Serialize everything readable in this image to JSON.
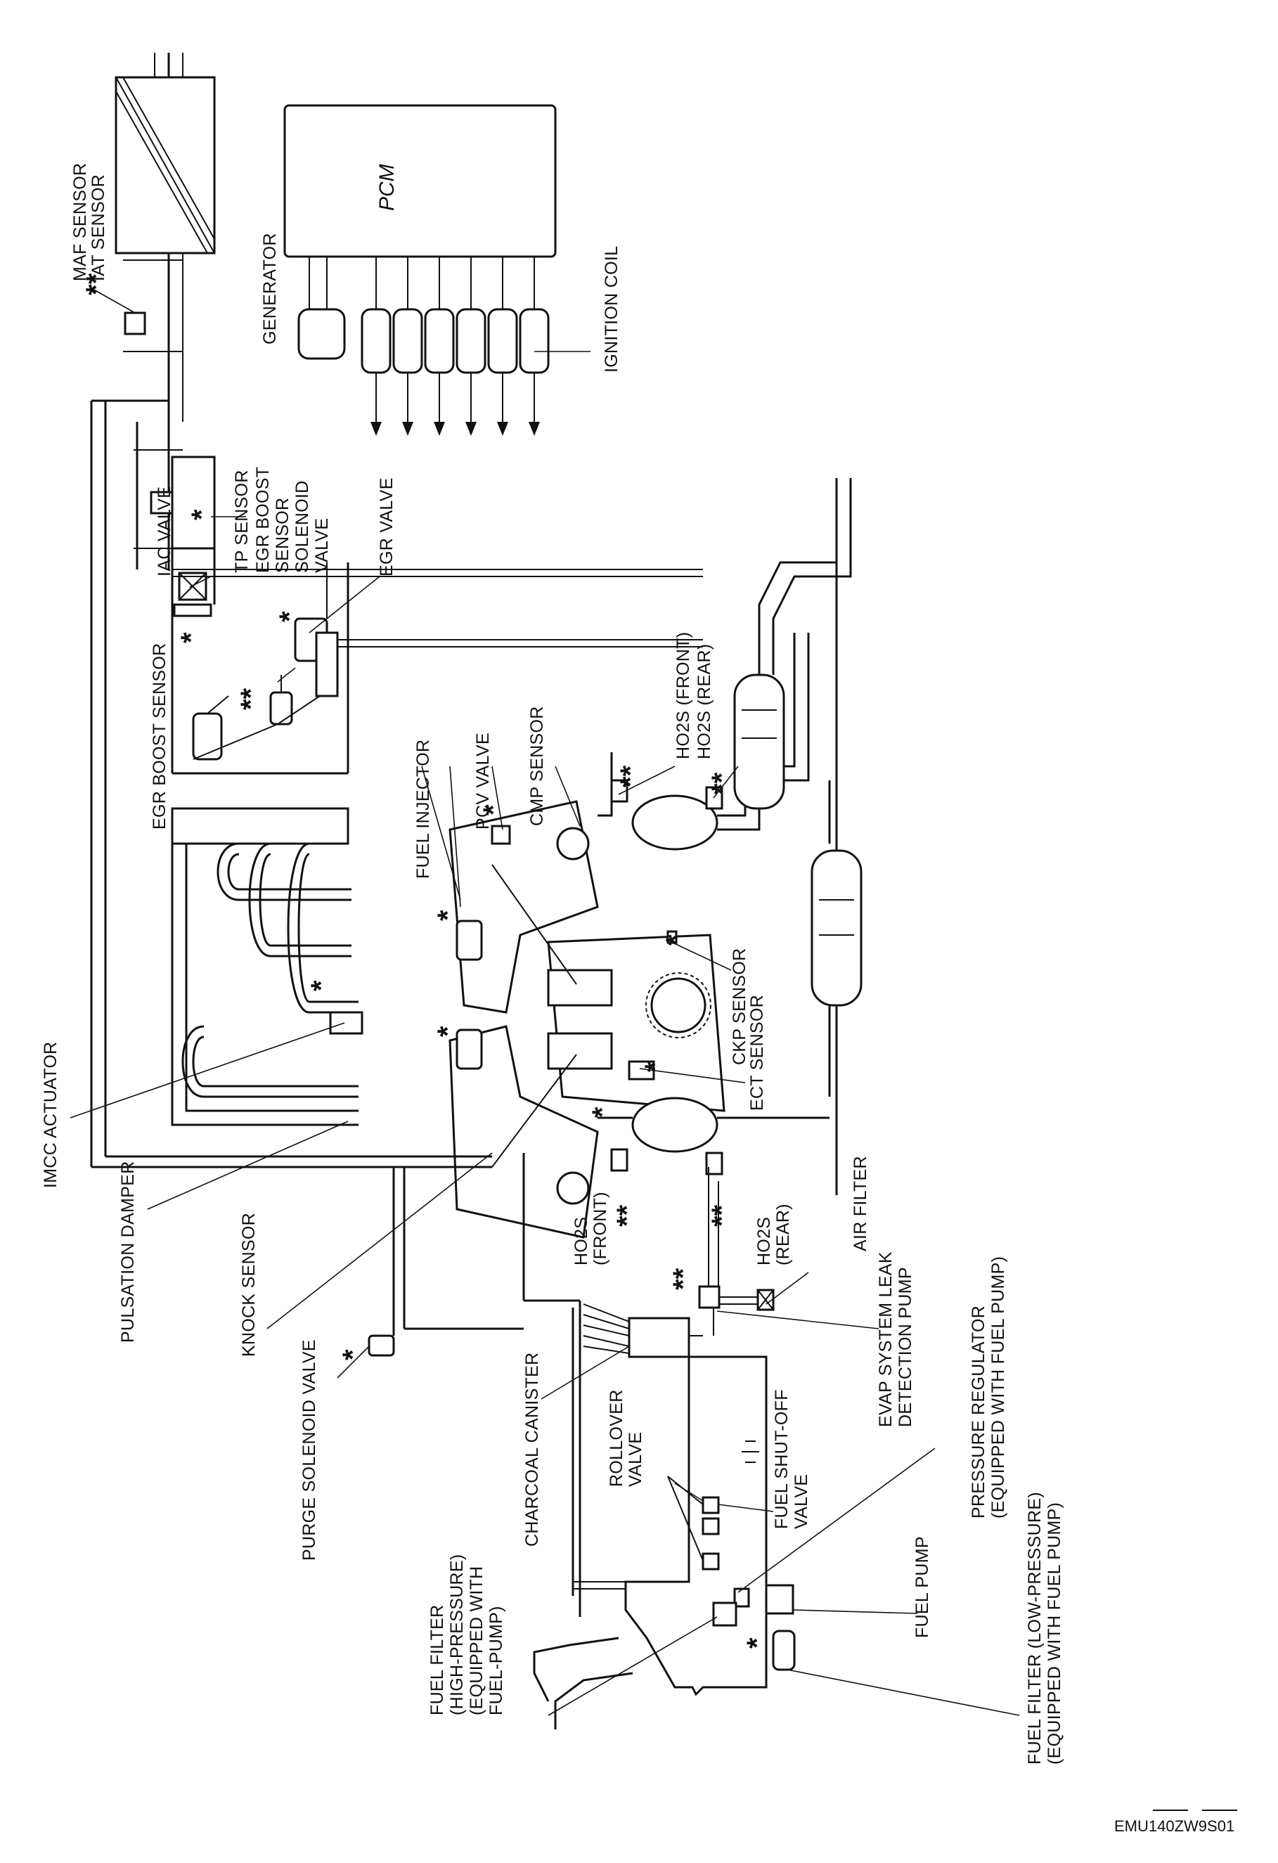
{
  "labels": {
    "maf_sensor": "MAF SENSOR",
    "iat_sensor": "IAT SENSOR",
    "pcm": "PCM",
    "generator": "GENERATOR",
    "ignition_coil": "IGNITION COIL",
    "tp_sensor": "TP SENSOR",
    "egr_boost_solenoid": [
      "EGR BOOST",
      "SENSOR",
      "SOLENOID",
      "VALVE"
    ],
    "egr_valve": "EGR VALVE",
    "iac_valve": "IAC VALVE",
    "egr_boost_sensor": "EGR BOOST SENSOR",
    "fuel_injector": "FUEL INJECTOR",
    "pcv_valve": "PCV VALVE",
    "cmp_sensor": "CMP SENSOR",
    "ho2s_front_right": "HO2S (FRONT)",
    "ho2s_rear_right": "HO2S (REAR)",
    "ckp_sensor": "CKP SENSOR",
    "ect_sensor": "ECT SENSOR",
    "imcc_actuator": "IMCC ACTUATOR",
    "pulsation_damper": "PULSATION DAMPER",
    "knock_sensor": "KNOCK SENSOR",
    "ho2s_front_left": [
      "HO2S",
      "(FRONT)"
    ],
    "ho2s_rear_left": [
      "HO2S",
      "(REAR)"
    ],
    "air_filter": "AIR FILTER",
    "evap_pump": [
      "EVAP SYSTEM LEAK",
      "DETECTION PUMP"
    ],
    "purge_solenoid": "PURGE SOLENOID VALVE",
    "charcoal_canister": "CHARCOAL CANISTER",
    "rollover_valve": [
      "ROLLOVER",
      "VALVE"
    ],
    "fuel_shutoff": [
      "FUEL SHUT-OFF",
      "VALVE"
    ],
    "pressure_regulator": [
      "PRESSURE REGULATOR",
      "(EQUIPPED WITH FUEL PUMP)"
    ],
    "fuel_filter_high": [
      "FUEL FILTER",
      "(HIGH-PRESSURE)",
      "(EQUIPPED WITH",
      "FUEL-PUMP)"
    ],
    "fuel_pump": "FUEL PUMP",
    "fuel_filter_low": [
      "FUEL FILTER (LOW-PRESSURE)",
      "(EQUIPPED WITH FUEL PUMP)"
    ]
  },
  "markers": {
    "single": "*",
    "double": "**"
  },
  "figure_code": "EMU140ZW9S01"
}
